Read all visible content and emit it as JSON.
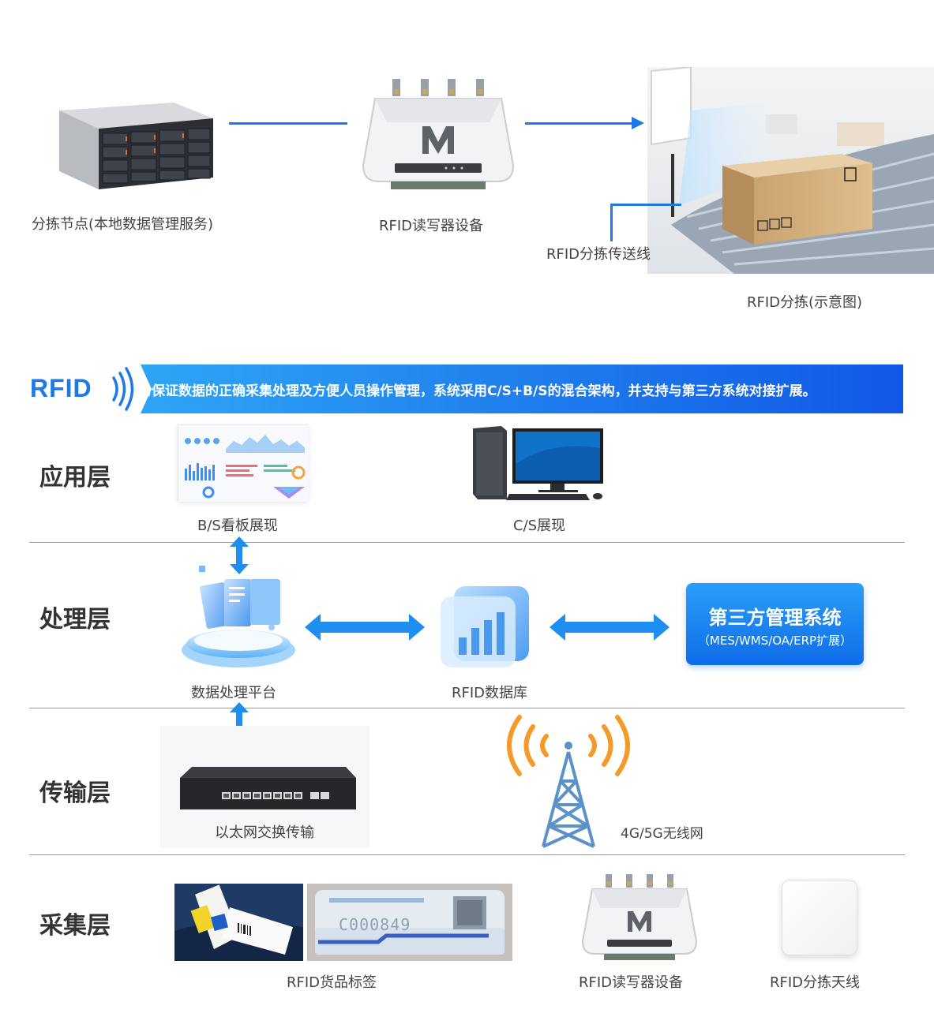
{
  "top": {
    "server_label": "分拣节点(本地数据管理服务)",
    "reader_label": "RFID读写器设备",
    "conveyor_label": "RFID分拣传送线",
    "scene_caption": "RFID分拣(示意图)"
  },
  "banner": {
    "logo_text": "RFID",
    "text": "为保证数据的正确采集处理及方便人员操作管理，系统采用C/S+B/S的混合架构，并支持与第三方系统对接扩展。"
  },
  "layers": {
    "app": {
      "title": "应用层",
      "bs_label": "B/S看板展现",
      "cs_label": "C/S展现"
    },
    "process": {
      "title": "处理层",
      "platform_label": "数据处理平台",
      "db_label": "RFID数据库",
      "third_party_title": "第三方管理系统",
      "third_party_sub": "（MES/WMS/OA/ERP扩展）"
    },
    "transport": {
      "title": "传输层",
      "ethernet_label": "以太网交换传输",
      "wireless_label": "4G/5G无线网"
    },
    "collect": {
      "title": "采集层",
      "tag_label": "RFID货品标签",
      "tag_text": "C000849",
      "reader_label": "RFID读写器设备",
      "antenna_label": "RFID分拣天线"
    }
  },
  "colors": {
    "accent": "#1e78e6",
    "arrow": "#1e8ef0",
    "banner_start": "#2fa8f5",
    "banner_end": "#1158e6",
    "signal_orange": "#f39a2b"
  }
}
